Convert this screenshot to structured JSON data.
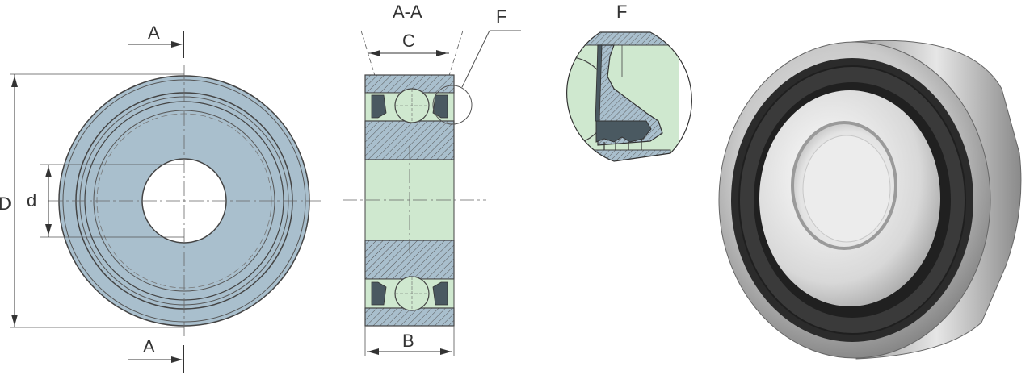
{
  "front_view": {
    "section_label_top": "A",
    "section_label_bottom": "A",
    "outer_diameter_label": "D",
    "bore_diameter_label": "d"
  },
  "section_view": {
    "title": "A-A",
    "width_label_top": "C",
    "width_label_bottom": "B",
    "detail_callout": "F"
  },
  "detail_view": {
    "title": "F"
  },
  "colors": {
    "ring_fill": "#a9bfcd",
    "ring_stroke": "#444444",
    "green_fill": "#cfe8cf",
    "dark_seal": "#4a5961",
    "hatch": "#555555"
  }
}
